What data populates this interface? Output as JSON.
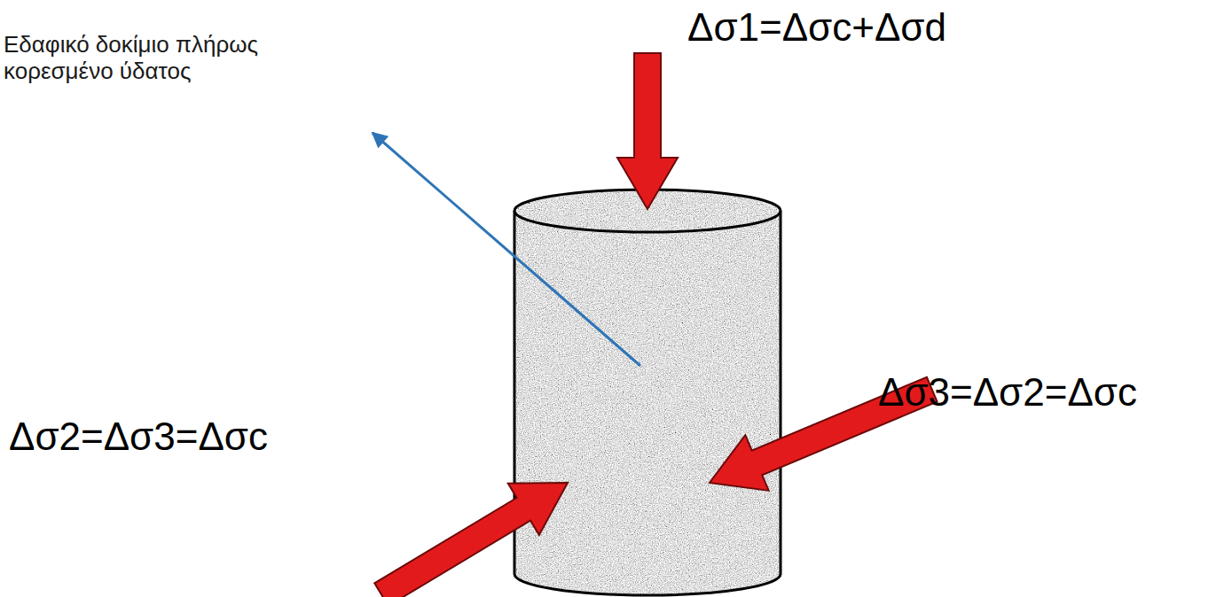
{
  "diagram": {
    "labels": [
      "Εδαφικό δοκίμιο πλήρως κορεσμένο ύδατος",
      "Δσ1=Δσc+Δσd",
      "Δσ2=Δσ3=Δσc",
      "Δσ3=Δσ2=Δσc"
    ]
  }
}
